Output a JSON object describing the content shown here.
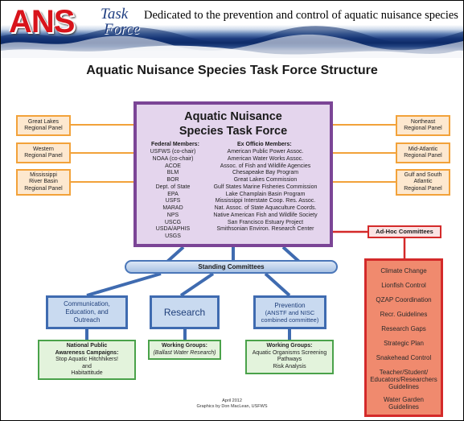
{
  "header": {
    "logo_ans": "ANS",
    "logo_task": "Task",
    "logo_force": "Force",
    "tagline": "Dedicated to the prevention and control of aquatic nuisance species"
  },
  "title": "Aquatic Nuisance Species Task Force Structure",
  "left_panels": [
    {
      "line1": "Great Lakes",
      "line2": "Regional Panel"
    },
    {
      "line1": "Western",
      "line2": "Regional Panel"
    },
    {
      "line1": "Mississippi",
      "line2": "River Basin",
      "line3": "Regional Panel"
    }
  ],
  "right_panels": [
    {
      "line1": "Northeast",
      "line2": "Regional Panel"
    },
    {
      "line1": "Mid-Atlantic",
      "line2": "Regional Panel"
    },
    {
      "line1": "Gulf and South",
      "line2": "Atlantic",
      "line3": "Regional Panel"
    }
  ],
  "task_force": {
    "title_line1": "Aquatic Nuisance",
    "title_line2": "Species Task Force",
    "federal_heading": "Federal Members:",
    "federal_members": [
      "USFWS (co-chair)",
      "NOAA (co-chair)",
      "ACOE",
      "BLM",
      "BOR",
      "Dept. of State",
      "EPA",
      "USFS",
      "MARAD",
      "NPS",
      "USCG",
      "USDA/APHIS",
      "USGS"
    ],
    "ex_officio_heading": "Ex Officio Members:",
    "ex_officio_members": [
      "American Public Power Assoc.",
      "American Water Works Assoc.",
      "Assoc. of Fish and Wildlife Agencies",
      "Chesapeake Bay Program",
      "Great Lakes Commission",
      "Gulf States Marine Fisheries Commission",
      "Lake Champlain Basin Program",
      "Mississippi Interstate Coop. Res. Assoc.",
      "Nat. Assoc. of State Aquaculture Coords.",
      "Native American Fish and Wildlife Society",
      "San Francisco Estuary Project",
      "Smithsonian Environ. Research Center"
    ]
  },
  "standing_committees": "Standing Committees",
  "committees": [
    {
      "line1": "Communication,",
      "line2": "Education, and",
      "line3": "Outreach"
    },
    {
      "line1": "Research"
    },
    {
      "line1": "Prevention",
      "line2": "(ANSTF and NISC",
      "line3": "combined committee)"
    }
  ],
  "subgroups": [
    {
      "heading1": "National Public",
      "heading2": "Awareness Campaigns:",
      "line1": "Stop Aquatic Hitchhikers!",
      "line2": "and",
      "line3": "Habitattitude"
    },
    {
      "heading": "Working Groups:",
      "line1": "(Ballast Water Research)"
    },
    {
      "heading": "Working Groups:",
      "line1": "Aquatic Organisms Screening",
      "line2": "Pathways",
      "line3": "Risk Analysis"
    }
  ],
  "adhoc": {
    "label": "Ad-Hoc Committees",
    "items": [
      [
        "Climate Change"
      ],
      [
        "Lionfish Control"
      ],
      [
        "QZAP Coordination"
      ],
      [
        "Recr. Guidelines"
      ],
      [
        "Research Gaps"
      ],
      [
        "Strategic Plan"
      ],
      [
        "Snakehead Control"
      ],
      [
        "Teacher/Student/",
        "Educators/Researchers",
        "Guidelines"
      ],
      [
        "Water Garden",
        "Guidelines"
      ]
    ]
  },
  "footer": {
    "line1": "April 2012",
    "line2": "Graphics by Don MacLean, USFWS"
  },
  "colors": {
    "panel_border": "#f2a23a",
    "task_force_border": "#7b4596",
    "committee_border": "#3f6bb0",
    "working_group_border": "#4aa24a",
    "adhoc_border": "#d42a2a"
  }
}
